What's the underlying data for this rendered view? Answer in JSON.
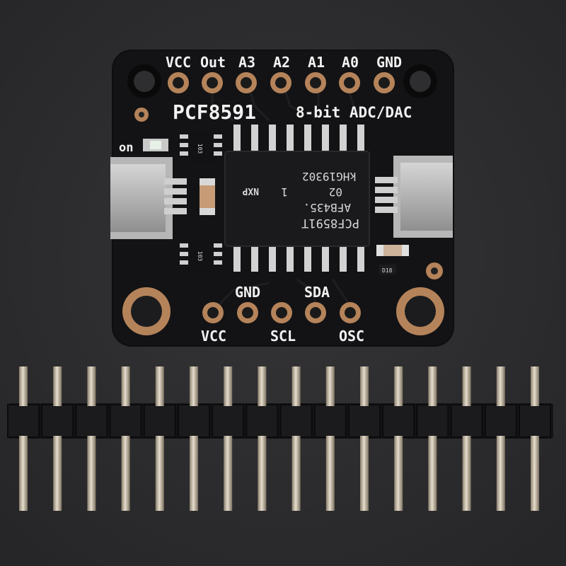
{
  "board": {
    "top_labels": [
      "VCC",
      "Out",
      "A3",
      "A2",
      "A1",
      "A0",
      "GND"
    ],
    "title": "PCF8591",
    "subtitle": "8-bit ADC/DAC",
    "on_label": "on",
    "bottom_labels": {
      "vcc": "VCC",
      "gnd": "GND",
      "scl": "SCL",
      "sda": "SDA",
      "osc": "OSC"
    },
    "resistor_mark_1": "103",
    "resistor_mark_2": "103",
    "cap_mark": "D18"
  },
  "chip": {
    "line1": "kHG19302",
    "line2": "02      1",
    "line3": "AFB435.",
    "line4": "PCF8591T",
    "logo": "NXP"
  },
  "header": {
    "pin_count": 16
  },
  "colors": {
    "background": "#2c2c2e",
    "pcb": "#101012",
    "gold": "#b5835a",
    "silkscreen": "#f2f2f2"
  }
}
